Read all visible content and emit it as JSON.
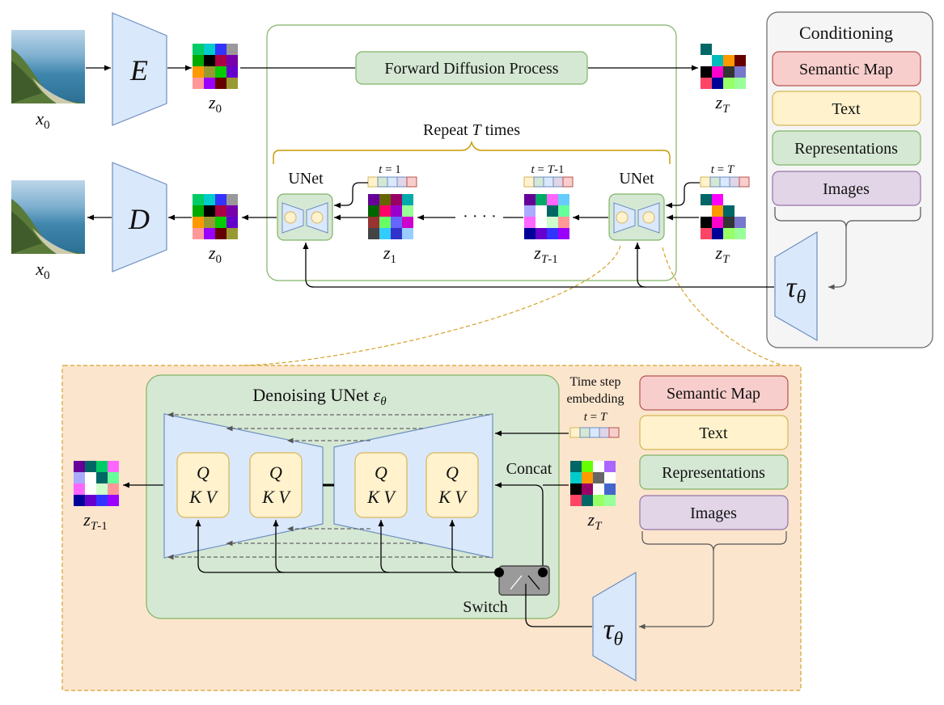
{
  "colors": {
    "encoder_fill": "#dae8fc",
    "encoder_stroke": "#6c8ebf",
    "green_fill": "#d5e8d4",
    "green_stroke": "#82b366",
    "peach_fill": "#fce5cd",
    "peach_border": "#d6a12a",
    "gray_fill": "#f5f5f5",
    "semantic_fill": "#f8cecc",
    "text_fill": "#fff2cc",
    "images_fill": "#e1d5e7",
    "qkv_fill": "#fff2cc",
    "brace_color": "#c79a00",
    "time_label_color": "#7a5200"
  },
  "encoder": {
    "label": "E"
  },
  "decoder": {
    "label": "D"
  },
  "tau": {
    "symbol": "τ",
    "subscript": "θ"
  },
  "latent_labels": {
    "x0_in": {
      "main": "x",
      "sub": "0"
    },
    "x0_out": {
      "main": "x",
      "sub": "0"
    },
    "z0_top": {
      "main": "z",
      "sub": "0"
    },
    "z0_bottom": {
      "main": "z",
      "sub": "0"
    },
    "zT_top": {
      "main": "z",
      "sub": "T"
    },
    "zT_mid": {
      "main": "z",
      "sub": "T"
    },
    "z1": {
      "main": "z",
      "sub": "1"
    },
    "zT1": {
      "main": "z",
      "sub": "T",
      "sub2": "-1"
    },
    "zT_detail": {
      "main": "z",
      "sub": "T"
    },
    "zT1_detail": {
      "main": "z",
      "sub": "T",
      "sub2": "-1"
    }
  },
  "forward_process": {
    "label": "Forward Diffusion Process"
  },
  "repeat": {
    "prefix": "Repeat ",
    "var": "T",
    "suffix": " times"
  },
  "unet_labels": {
    "left": "UNet",
    "right": "UNet"
  },
  "timesteps": {
    "t1": {
      "prefix": "t",
      "eq": " = 1"
    },
    "tT1": {
      "prefix": "t",
      "eq": " = ",
      "var": "T",
      "suffix": "-1"
    },
    "tT": {
      "prefix": "t",
      "eq": " = ",
      "var": "T"
    },
    "tT_detail": {
      "prefix": "t",
      "eq": " = ",
      "var": "T"
    }
  },
  "dots": "· · · ·",
  "conditioning": {
    "title": "Conditioning",
    "items": [
      "Semantic Map",
      "Text",
      "Representations",
      "Images"
    ]
  },
  "detail": {
    "title": "Denoising UNet ",
    "title_symbol": "ε",
    "title_sub": "θ",
    "time_embed_line1": "Time step",
    "time_embed_line2": "embedding",
    "concat": "Concat",
    "switch": "Switch",
    "qkv_top": "Q",
    "qkv_bottom": "K V",
    "cond_items": [
      "Semantic Map",
      "Text",
      "Representations",
      "Images"
    ]
  },
  "latents": {
    "z0": [
      [
        "#00cc66",
        "#00cccc",
        "#3333ff",
        "#999999"
      ],
      [
        "#00aa00",
        "#000000",
        "#aa0044",
        "#7700aa"
      ],
      [
        "#ff9900",
        "#999933",
        "#00cc00",
        "#6600cc"
      ],
      [
        "#ff9999",
        "#9900ff",
        "#660000",
        "#999933"
      ]
    ],
    "zT": [
      [
        "#006666",
        "#ffffff",
        "#ffffff",
        "#ffffff"
      ],
      [
        "#ffffff",
        "#00bbbb",
        "#ff9900",
        "#660000"
      ],
      [
        "#000000",
        "#ff00cc",
        "#333333",
        "#7777cc"
      ],
      [
        "#ff4466",
        "#000099",
        "#99ff66",
        "#99ff99"
      ]
    ],
    "z1": [
      [
        "#660099",
        "#666600",
        "#990066",
        "#00aaaa"
      ],
      [
        "#006600",
        "#ff0066",
        "#9900cc",
        "#99ff99"
      ],
      [
        "#993333",
        "#66ff66",
        "#6666ff",
        "#cc00cc"
      ],
      [
        "#444444",
        "#33ccff",
        "#3333cc",
        "#99ccff"
      ]
    ],
    "zT1": [
      [
        "#660099",
        "#00aa66",
        "#ff66ff",
        "#66ccff"
      ],
      [
        "#aaaaff",
        "#ffffff",
        "#006666",
        "#66ff99"
      ],
      [
        "#ff66ff",
        "#ffffff",
        "#ccffcc",
        "#ff9999"
      ],
      [
        "#000099",
        "#6600cc",
        "#3333ff",
        "#9900ff"
      ]
    ],
    "zTb": [
      [
        "#006666",
        "#ff00ff",
        "#ffffff",
        "#ffffff"
      ],
      [
        "#ffffff",
        "#ff9900",
        "#006666",
        "#ffffff"
      ],
      [
        "#000000",
        "#ff00cc",
        "#333333",
        "#7777cc"
      ],
      [
        "#ff4466",
        "#000099",
        "#99ff66",
        "#99ff99"
      ]
    ],
    "zTd": [
      [
        "#006666",
        "#66ff00",
        "#ffffff",
        "#aa66ff"
      ],
      [
        "#00cccc",
        "#ff9900",
        "#666666",
        "#ffffff"
      ],
      [
        "#000000",
        "#990066",
        "#ffffff",
        "#4466cc"
      ],
      [
        "#ff4466",
        "#006666",
        "#99ff66",
        "#99ff99"
      ]
    ],
    "zT1d": [
      [
        "#660099",
        "#006666",
        "#00cc66",
        "#ff66ff"
      ],
      [
        "#aaaaff",
        "#ffffff",
        "#006666",
        "#66ff99"
      ],
      [
        "#ff66ff",
        "#ffffff",
        "#ccffcc",
        "#ff9999"
      ],
      [
        "#000099",
        "#6600cc",
        "#3333ff",
        "#9900ff"
      ]
    ]
  },
  "embedding_colors": [
    "#fff2cc",
    "#d5e8d4",
    "#dae8fc",
    "#e1d5e7",
    "#f8cecc"
  ]
}
